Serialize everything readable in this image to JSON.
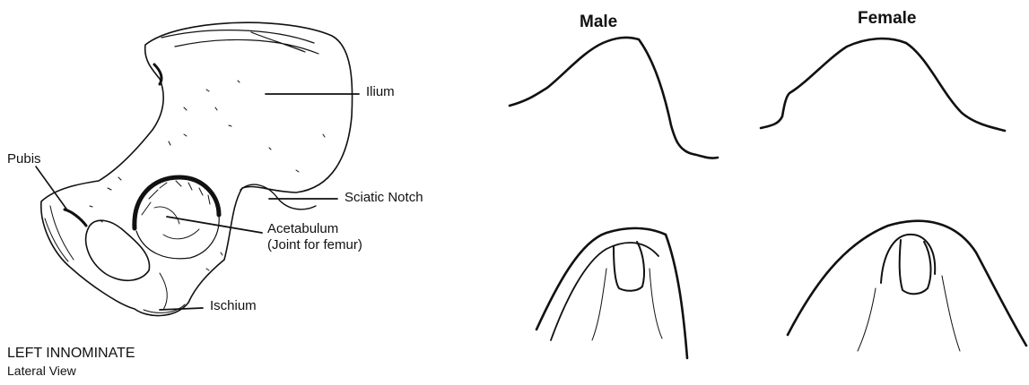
{
  "labels": {
    "pubis": "Pubis",
    "ilium": "Ilium",
    "sciatic_notch": "Sciatic Notch",
    "acetabulum": "Acetabulum",
    "acetabulum_note": "(Joint for femur)",
    "ischium": "Ischium"
  },
  "caption": {
    "title": "LEFT INNOMINATE",
    "subtitle": "Lateral View"
  },
  "comparison": {
    "male": "Male",
    "female": "Female"
  }
}
